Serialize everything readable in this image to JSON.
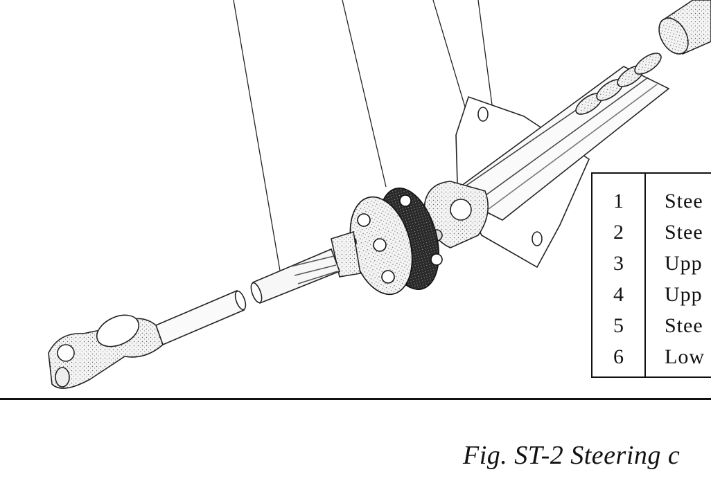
{
  "figure": {
    "caption": "Fig. ST-2  Steering c"
  },
  "legend": {
    "rows": [
      {
        "number": "1",
        "name": "Stee"
      },
      {
        "number": "2",
        "name": "Stee"
      },
      {
        "number": "3",
        "name": "Upp"
      },
      {
        "number": "4",
        "name": "Upp"
      },
      {
        "number": "5",
        "name": "Stee"
      },
      {
        "number": "6",
        "name": "Low"
      }
    ]
  }
}
